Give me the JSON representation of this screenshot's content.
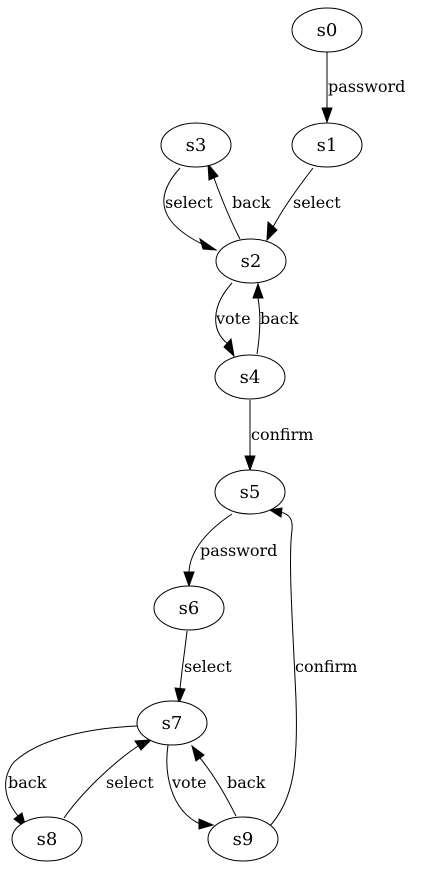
{
  "diagram": {
    "type": "state-machine",
    "nodes": [
      {
        "id": "s0",
        "label": "s0"
      },
      {
        "id": "s1",
        "label": "s1"
      },
      {
        "id": "s2",
        "label": "s2"
      },
      {
        "id": "s3",
        "label": "s3"
      },
      {
        "id": "s4",
        "label": "s4"
      },
      {
        "id": "s5",
        "label": "s5"
      },
      {
        "id": "s6",
        "label": "s6"
      },
      {
        "id": "s7",
        "label": "s7"
      },
      {
        "id": "s8",
        "label": "s8"
      },
      {
        "id": "s9",
        "label": "s9"
      }
    ],
    "edges": [
      {
        "from": "s0",
        "to": "s1",
        "label": "password"
      },
      {
        "from": "s1",
        "to": "s2",
        "label": "select"
      },
      {
        "from": "s3",
        "to": "s2",
        "label": "select"
      },
      {
        "from": "s2",
        "to": "s3",
        "label": "back"
      },
      {
        "from": "s2",
        "to": "s4",
        "label": "vote"
      },
      {
        "from": "s4",
        "to": "s2",
        "label": "back"
      },
      {
        "from": "s4",
        "to": "s5",
        "label": "confirm"
      },
      {
        "from": "s5",
        "to": "s6",
        "label": "password"
      },
      {
        "from": "s6",
        "to": "s7",
        "label": "select"
      },
      {
        "from": "s7",
        "to": "s8",
        "label": "back"
      },
      {
        "from": "s8",
        "to": "s7",
        "label": "select"
      },
      {
        "from": "s7",
        "to": "s9",
        "label": "vote"
      },
      {
        "from": "s9",
        "to": "s7",
        "label": "back"
      },
      {
        "from": "s9",
        "to": "s5",
        "label": "confirm"
      }
    ]
  }
}
